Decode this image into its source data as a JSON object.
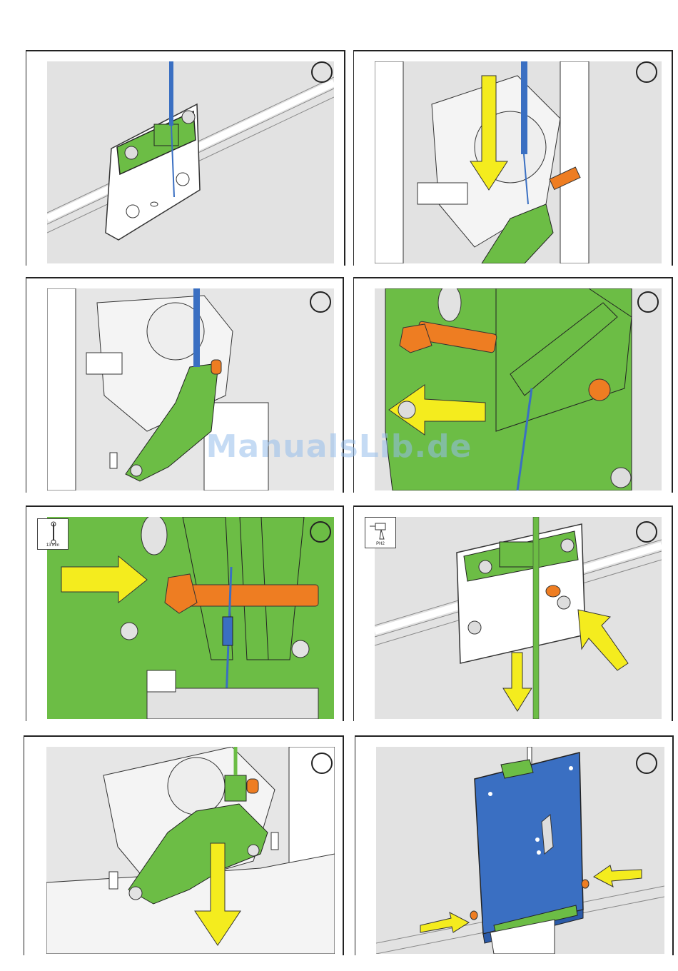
{
  "watermark": "ManualsLib.de",
  "panels": [
    {
      "id": 1,
      "tool_label": null
    },
    {
      "id": 2,
      "tool_label": null
    },
    {
      "id": 3,
      "tool_label": null
    },
    {
      "id": 4,
      "tool_label": null
    },
    {
      "id": 5,
      "tool_label": "13 mm"
    },
    {
      "id": 6,
      "tool_label": "PH2"
    },
    {
      "id": 7,
      "tool_label": null
    },
    {
      "id": 8,
      "tool_label": null
    }
  ],
  "colors": {
    "background": "#e2e2e2",
    "part_green": "#6cbd45",
    "cable_blue": "#3a6fc2",
    "bolt_orange": "#ee7d22",
    "arrow_yellow": "#f4ec1e",
    "line": "#333333"
  }
}
